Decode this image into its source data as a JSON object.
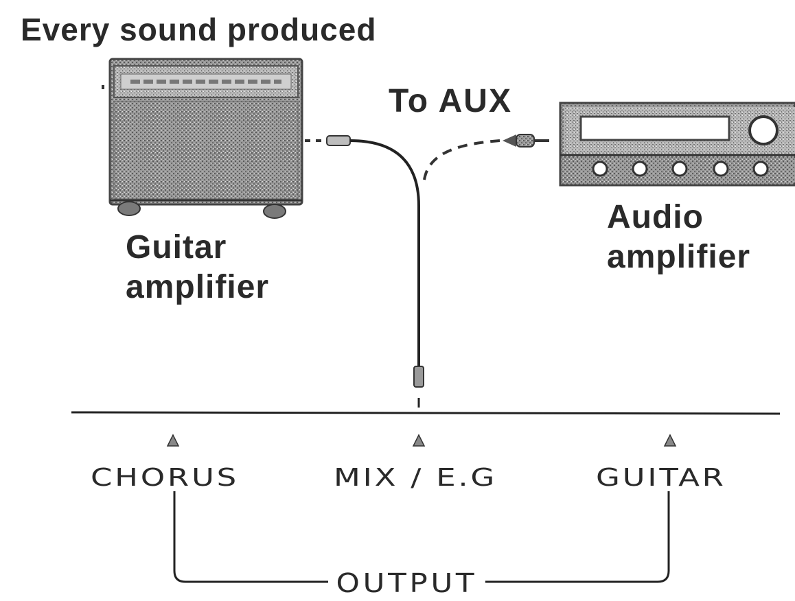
{
  "title": "Every sound produced",
  "guitar_amp": {
    "line1": "Guitar",
    "line2": "amplifier"
  },
  "audio_amp": {
    "line1": "Audio",
    "line2": "amplifier"
  },
  "to_aux": "To AUX",
  "jacks": [
    {
      "label": "CHORUS"
    },
    {
      "label": "MIX / E.G"
    },
    {
      "label": "GUITAR"
    }
  ],
  "output_label": "OUTPUT"
}
